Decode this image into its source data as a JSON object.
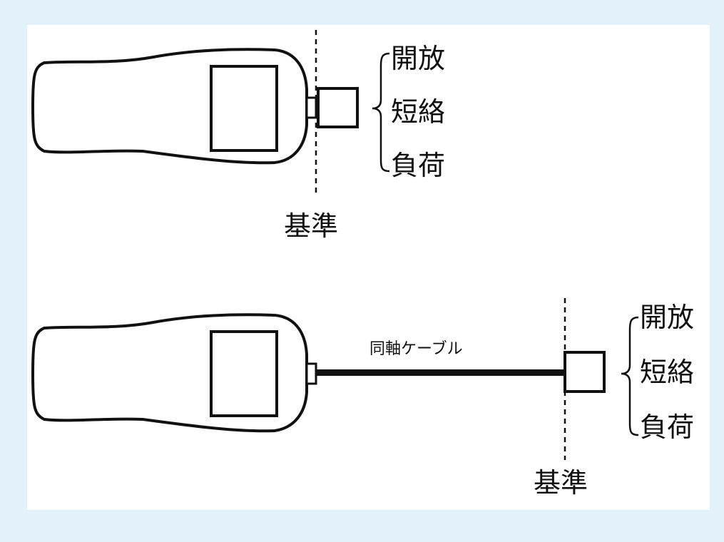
{
  "diagram": {
    "top": {
      "reference_label": "基準",
      "options": [
        "開放",
        "短絡",
        "負荷"
      ]
    },
    "bottom": {
      "cable_label": "同軸ケーブル",
      "reference_label": "基準",
      "options": [
        "開放",
        "短絡",
        "負荷"
      ]
    }
  }
}
